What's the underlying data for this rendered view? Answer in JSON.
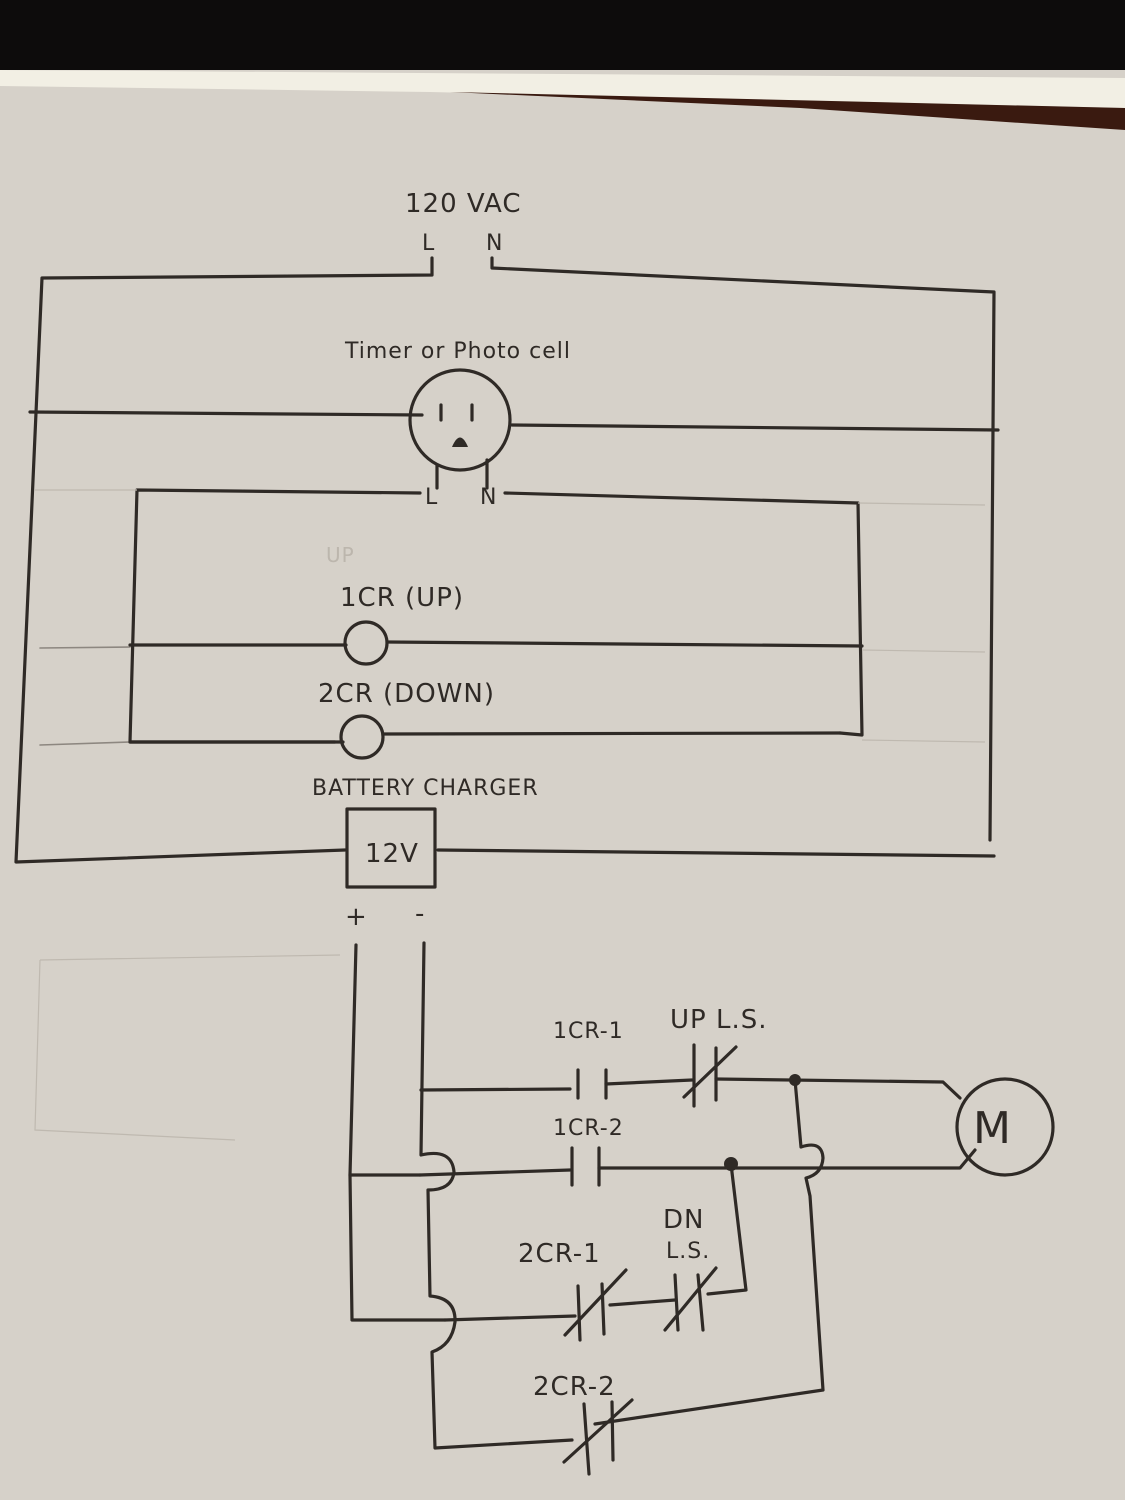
{
  "title": "Hand-drawn control wiring diagram",
  "colors": {
    "ink": "#2f2a26",
    "paper": "#d6d1c9",
    "background": "#0d0c0c"
  },
  "power": {
    "source_label": "120 VAC",
    "line_label": "L",
    "neutral_label": "N"
  },
  "timer": {
    "label": "Timer or Photo cell",
    "icon": "outlet-receptacle-icon",
    "line_label": "L",
    "neutral_label": "N"
  },
  "relays": [
    {
      "id": "1CR",
      "label": "1CR (UP)",
      "icon": "relay-coil-icon"
    },
    {
      "id": "2CR",
      "label": "2CR (DOWN)",
      "icon": "relay-coil-icon"
    }
  ],
  "faint_note": "UP",
  "charger": {
    "label": "BATTERY CHARGER",
    "box_label": "12V",
    "plus_label": "+",
    "minus_label": "-"
  },
  "contacts": [
    {
      "label": "1CR-1",
      "type": "normally-open"
    },
    {
      "label": "UP L.S.",
      "type": "normally-closed"
    },
    {
      "label": "1CR-2",
      "type": "normally-open"
    },
    {
      "label": "2CR-1",
      "type": "normally-closed"
    },
    {
      "label": "DN",
      "label2": "L.S.",
      "type": "normally-closed"
    },
    {
      "label": "2CR-2",
      "type": "normally-closed"
    }
  ],
  "motor": {
    "label": "M",
    "icon": "motor-icon"
  }
}
